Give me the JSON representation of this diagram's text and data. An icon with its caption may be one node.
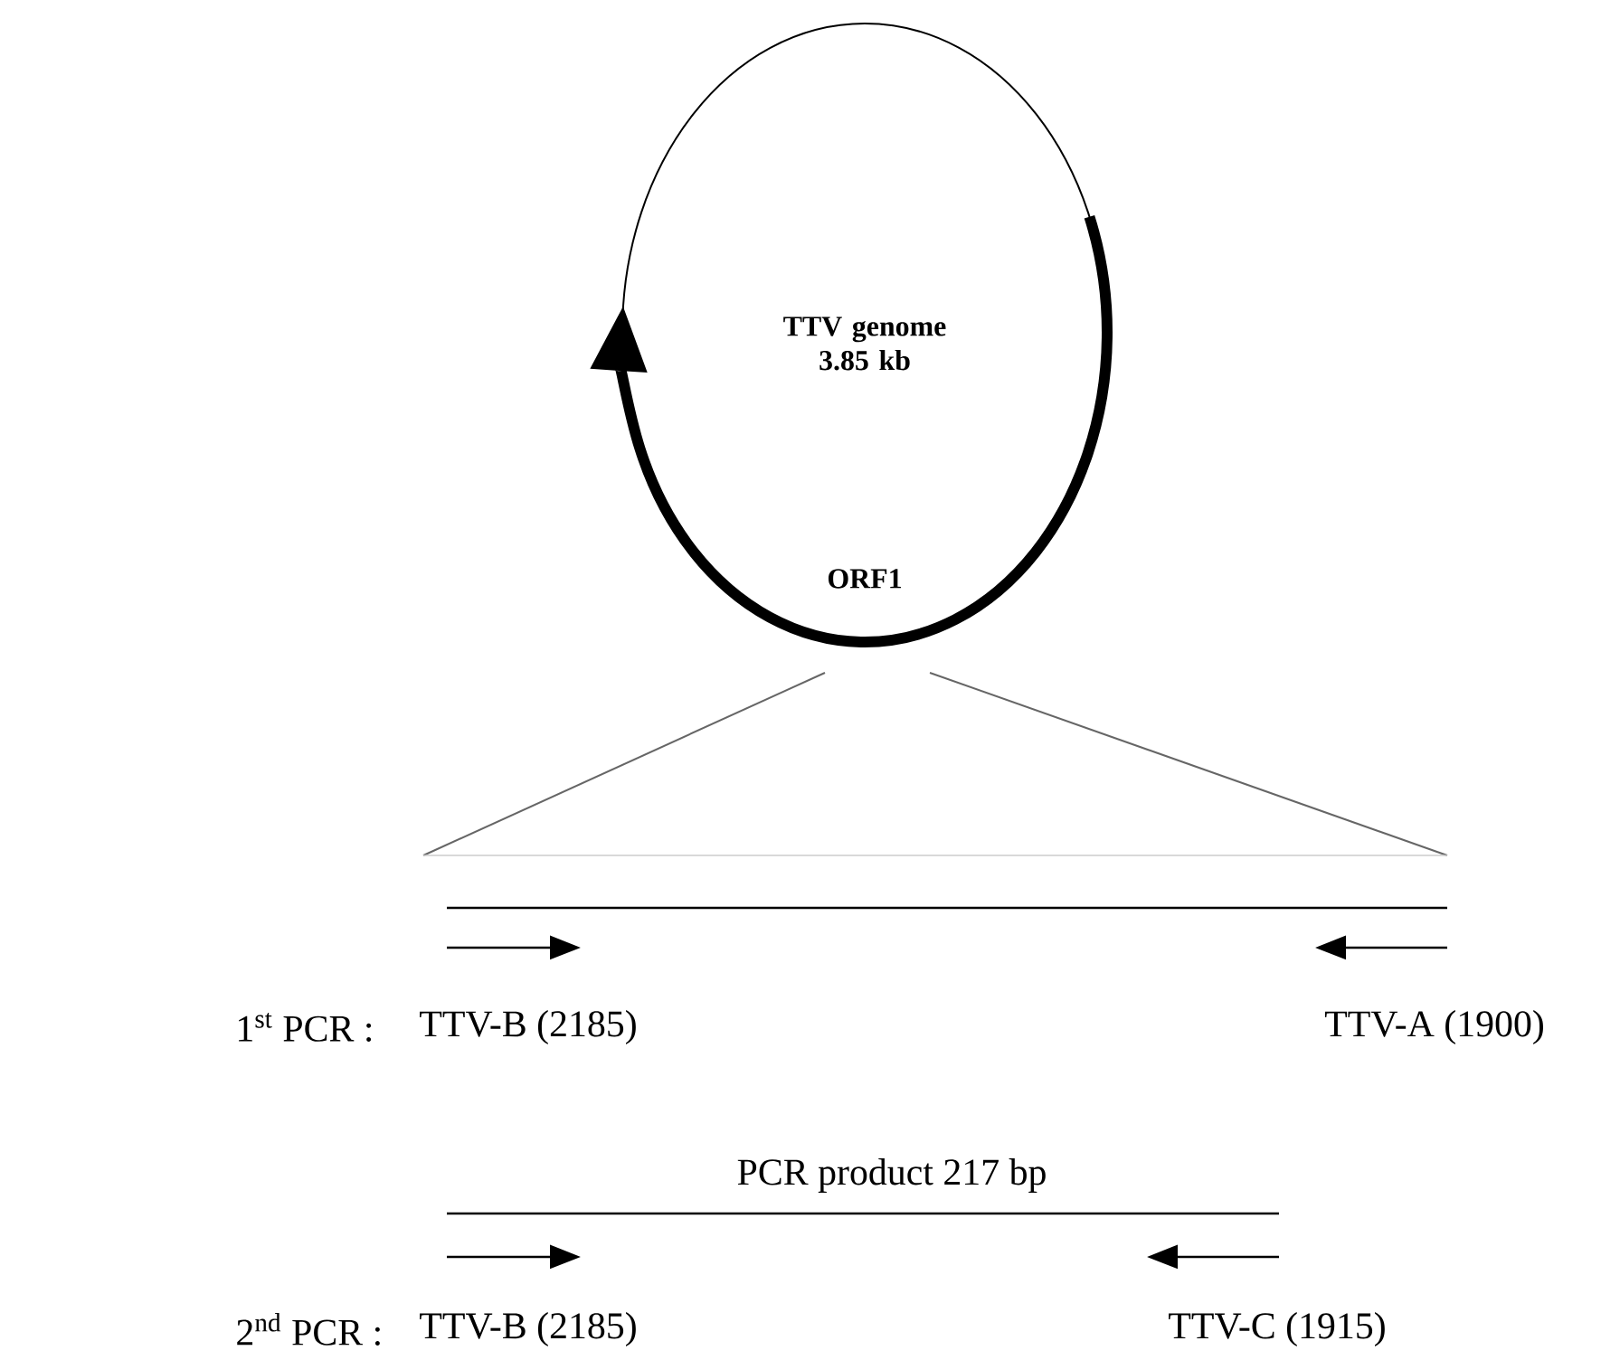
{
  "diagram": {
    "nodes": [
      {
        "text": [
          "TTV genome 3.85 kb",
          "ORF1"
        ]
      }
    ],
    "labels": [
      "1$^{st}$ PCR :",
      "TTV-B (2185)",
      "TTV-A (1900)",
      "PCR product 217 bp",
      "2$^{nd}$ PCR :",
      "TTV-B (2185)",
      "TTV-C (1915)"
    ]
  }
}
